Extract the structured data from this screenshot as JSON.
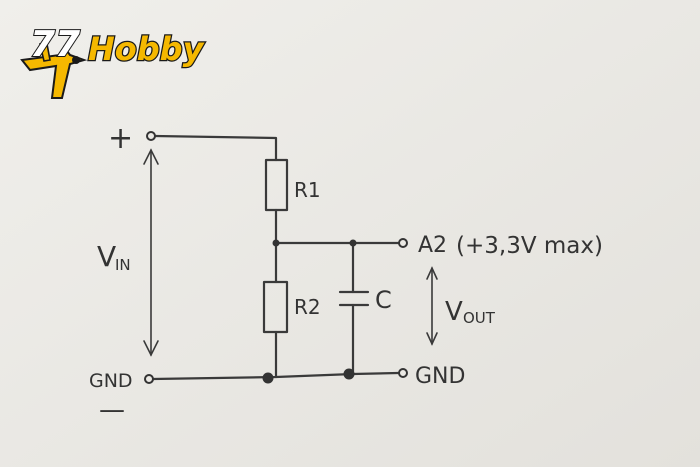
{
  "logo": {
    "number": "77",
    "word": "Hobby",
    "brand_color": "#f5b800",
    "icon": "airplane-icon"
  },
  "diagram": {
    "terminal_plus": "+",
    "terminal_minus": "—",
    "vin_main": "V",
    "vin_sub": "IN",
    "gnd_left": "GND",
    "r1": "R1",
    "r2": "R2",
    "cap": "C",
    "out_label": "A2",
    "out_note": "(+3,3V max)",
    "vout_main": "V",
    "vout_sub": "OUT",
    "gnd_right": "GND"
  }
}
